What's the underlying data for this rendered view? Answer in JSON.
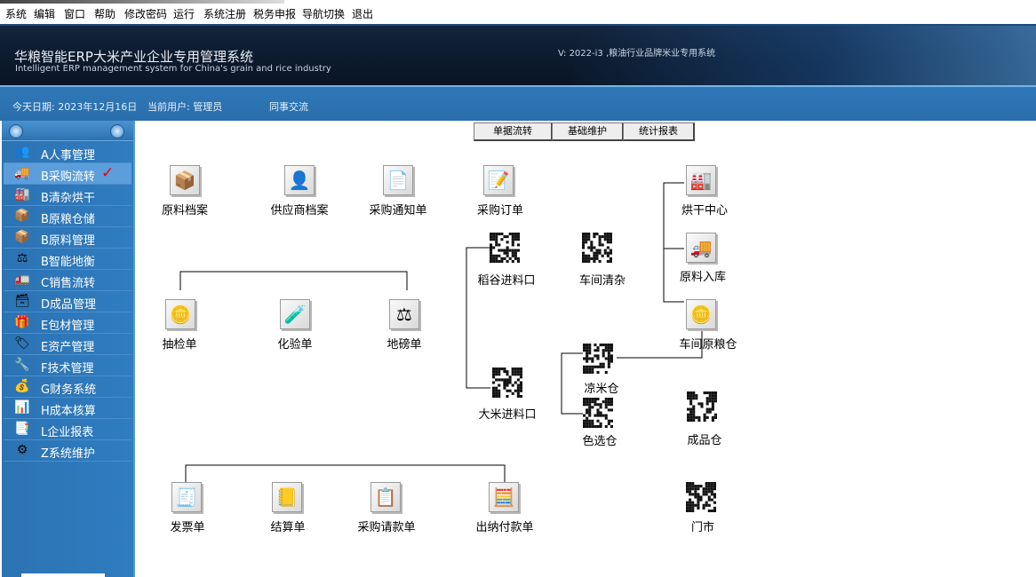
{
  "menubar": [
    "系统",
    "编辑",
    "窗口",
    "帮助",
    "修改密码",
    "运行",
    "系统注册",
    "税务申报",
    "导航切换",
    "退出"
  ],
  "banner": {
    "title": "华粮智能ERP大米产业企业专用管理系统",
    "subtitle": "Intelligent ERP management system for China's grain and rice industry",
    "version": "V: 2022-i3 ,粮油行业品牌米业专用系统"
  },
  "infobar": {
    "date": "今天日期: 2023年12月16日",
    "user": "当前用户: 管理员",
    "chat": "同事交流"
  },
  "sidebar": {
    "items": [
      {
        "label": "A人事管理",
        "icon": "people-icon"
      },
      {
        "label": "B采购流转",
        "icon": "truck-icon",
        "active": true,
        "mark": "✓"
      },
      {
        "label": "B清杂烘干",
        "icon": "dryer-icon"
      },
      {
        "label": "B原粮仓储",
        "icon": "storage-icon"
      },
      {
        "label": "B原料管理",
        "icon": "material-icon"
      },
      {
        "label": "B智能地衡",
        "icon": "scale-icon"
      },
      {
        "label": "C销售流转",
        "icon": "sales-icon"
      },
      {
        "label": "D成品管理",
        "icon": "product-icon"
      },
      {
        "label": "E包材管理",
        "icon": "package-icon"
      },
      {
        "label": "E资产管理",
        "icon": "asset-icon"
      },
      {
        "label": "F技术管理",
        "icon": "tech-icon"
      },
      {
        "label": "G财务系统",
        "icon": "finance-icon"
      },
      {
        "label": "H成本核算",
        "icon": "cost-icon"
      },
      {
        "label": "L企业报表",
        "icon": "report-icon"
      },
      {
        "label": "Z系统维护",
        "icon": "settings-icon"
      }
    ]
  },
  "tabs": [
    "单据流转",
    "基础维护",
    "统计报表"
  ],
  "nodes": {
    "raw_material_file": "原料档案",
    "supplier_file": "供应商档案",
    "purchase_notice": "采购通知单",
    "purchase_order": "采购订单",
    "drying_center": "烘干中心",
    "raw_material_inbound": "原料入库",
    "paddy_intake": "稻谷进料口",
    "workshop_cleaning": "车间清杂",
    "sampling_sheet": "抽检单",
    "assay_sheet": "化验单",
    "weighbridge_sheet": "地磅单",
    "workshop_grain_bin": "车间原粮仓",
    "cool_rice_bin": "凉米仓",
    "rice_intake": "大米进料口",
    "color_sort_bin": "色选仓",
    "finished_bin": "成品仓",
    "invoice": "发票单",
    "settlement": "结算单",
    "payment_request": "采购请款单",
    "cashier_payment": "出纳付款单",
    "store": "门市"
  },
  "colors": {
    "banner_bg": "#0c1a2d",
    "infobar_bg": "#2a6eac",
    "sidebar_bg": "#2f7cc0",
    "active_item": "#5b9edb",
    "check_mark": "#e00000"
  }
}
